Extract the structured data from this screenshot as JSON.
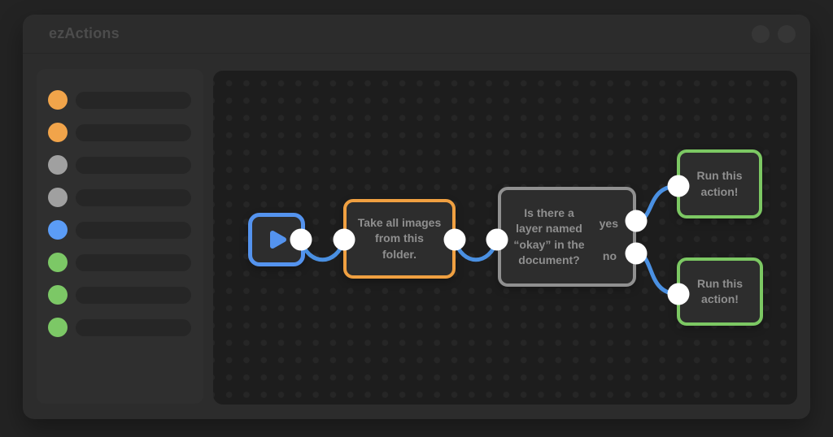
{
  "window": {
    "title": "ezActions"
  },
  "sidebar": {
    "items": [
      {
        "color": "#f1a44a",
        "kind": "orange"
      },
      {
        "color": "#f1a44a",
        "kind": "orange"
      },
      {
        "color": "#a0a0a0",
        "kind": "gray"
      },
      {
        "color": "#a0a0a0",
        "kind": "gray"
      },
      {
        "color": "#5b9cf6",
        "kind": "blue"
      },
      {
        "color": "#7cc866",
        "kind": "green"
      },
      {
        "color": "#7cc866",
        "kind": "green"
      },
      {
        "color": "#7cc866",
        "kind": "green"
      }
    ]
  },
  "flow": {
    "start_node": {
      "icon": "play-icon",
      "accent": "#5493ee"
    },
    "action_node": {
      "label": "Take all images from this folder.",
      "accent": "#f0a041"
    },
    "decision_node": {
      "label": "Is there a layer named “okay” in the document?",
      "accent": "#909090",
      "branch_yes": "yes",
      "branch_no": "no"
    },
    "result_node_yes": {
      "label": "Run this action!",
      "accent": "#7cc863"
    },
    "result_node_no": {
      "label": "Run this action!",
      "accent": "#7cc863"
    },
    "connector_color": "#4a90e2",
    "port_color": "#ffffff",
    "text_color": "#8f8f8f"
  }
}
